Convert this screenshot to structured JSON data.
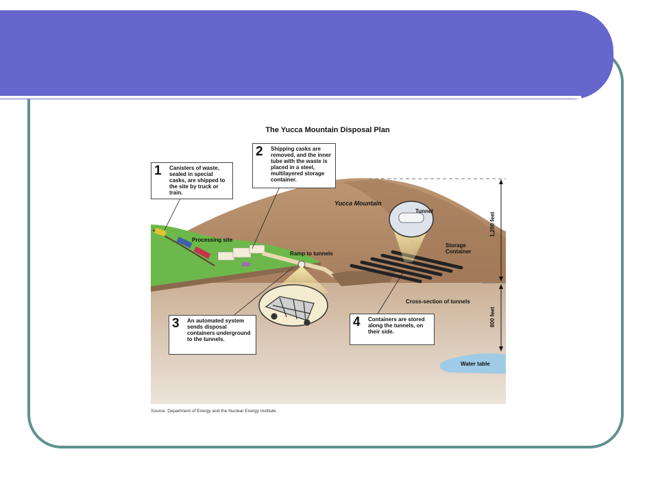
{
  "diagram": {
    "title": "The Yucca Mountain Disposal Plan",
    "steps": [
      {
        "number": "1",
        "text": "Canisters of waste, sealed in special casks, are shipped to the site by truck or train."
      },
      {
        "number": "2",
        "text": "Shipping casks are removed, and the inner tube with the waste is placed in a steel, multilayered storage container."
      },
      {
        "number": "3",
        "text": "An automated system sends disposal containers underground to the tunnels."
      },
      {
        "number": "4",
        "text": "Containers are stored along the tunnels, on their side."
      }
    ],
    "labels": {
      "mountain": "Yucca Mountain",
      "processing_site": "Processing site",
      "ramp": "Ramp to tunnels",
      "tunnel": "Tunnel",
      "storage_container": "Storage Container",
      "cross_section": "Cross-section of tunnels",
      "water_table": "Water table",
      "height_upper": "1,200 feet",
      "height_lower": "800 feet"
    },
    "source": "Source:  Department of Energy and the Nuclear Energy Institute."
  },
  "colors": {
    "banner": "#6666cc",
    "frame_border": "#5f9190",
    "grass": "#6cb84a",
    "mountain": "#b89372",
    "ground": "#cdb9a3",
    "water": "#9fcbe6"
  }
}
